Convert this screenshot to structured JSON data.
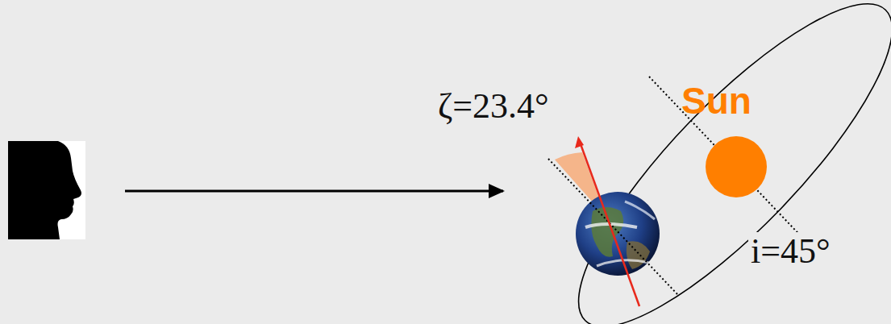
{
  "diagram": {
    "labels": [
      "ζ=23.4°",
      "Sun",
      "i=45°"
    ]
  }
}
